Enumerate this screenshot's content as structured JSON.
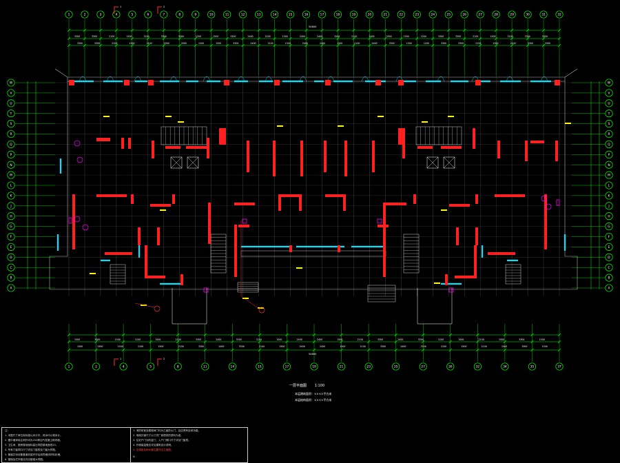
{
  "axes": {
    "top_labels": [
      "1",
      "2",
      "3",
      "4",
      "5",
      "6",
      "7",
      "8",
      "9",
      "10",
      "11",
      "12",
      "13",
      "14",
      "15",
      "16",
      "17",
      "18",
      "19",
      "20",
      "21",
      "22",
      "23",
      "24",
      "25",
      "26",
      "27",
      "28",
      "29",
      "30",
      "31",
      "32"
    ],
    "bottom_labels": [
      "1",
      "2",
      "4",
      "5",
      "8",
      "11",
      "14",
      "15",
      "17",
      "19",
      "21",
      "23",
      "25",
      "27",
      "30",
      "32",
      "34",
      "35",
      "37"
    ],
    "left_labels": [
      "W",
      "V",
      "U",
      "T",
      "S",
      "R",
      "Q",
      "P",
      "N",
      "M",
      "L",
      "K",
      "J",
      "H",
      "G",
      "F",
      "E",
      "D",
      "C",
      "B",
      "A"
    ],
    "right_labels": [
      "W",
      "V",
      "U",
      "T",
      "S",
      "R",
      "Q",
      "P",
      "N",
      "M",
      "L",
      "K",
      "J",
      "H",
      "G",
      "F",
      "E",
      "D",
      "C",
      "B",
      "A"
    ]
  },
  "dimensions": {
    "overall_top": "54600",
    "overall_bottom": "54600",
    "top_row": [
      "3300",
      "3300",
      "2100",
      "1500",
      "2100",
      "3300",
      "3300",
      "1200",
      "1500",
      "3300",
      "2400",
      "2100",
      "1500",
      "2400",
      "2400",
      "1500",
      "2100",
      "2400",
      "3300",
      "1500",
      "1200",
      "3300",
      "3300",
      "2100",
      "1500",
      "2100",
      "3300",
      "3300"
    ],
    "bottom_row": [
      "1500",
      "3300",
      "1500",
      "2100",
      "1500",
      "2100",
      "3300",
      "2400",
      "3300",
      "2100",
      "1500",
      "2400",
      "2400",
      "1500",
      "2100",
      "3300",
      "2400",
      "3300",
      "2100",
      "1500",
      "2100",
      "1500",
      "3300",
      "1500"
    ]
  },
  "section_marks": [
    "1",
    "2"
  ],
  "title": {
    "label": "一层平面图",
    "scale": "1:100"
  },
  "subtitle_lines": [
    "本层建筑面积：××××平方米",
    "本层结构面积：××××平方米"
  ],
  "notes": {
    "header": "注：",
    "left": [
      "1. 本图尺寸单位除标高以米计外，其余均以毫米计。",
      "2. 图中墙体除注明外均为200厚加气混凝土砌块墙。",
      "3. 卫生间、厨房楼地面标高比同层楼地面低20。",
      "4. 所有门窗洞口尺寸详见门窗表及门窗大样图。",
      "5. 管道井待设备管道安装完毕后用同墙体材料封堵。",
      "6. 楼梯及栏杆做法详见楼梯大样图。"
    ],
    "right": [
      "1. 消防前室及楼梯间门均为乙级防火门，且应具有自闭功能。",
      "2. 电梯井道尺寸以订货厂家提供的资料为准。",
      "3. 住宅户门为防盗门，入户门洞口尺寸详见门窗表。",
      "4. 外墙保温做法详见建筑设计说明。",
      "5. 空调板及雨水管位置详见立面图。"
    ],
    "north": "N"
  },
  "colors": {
    "axis": "#00ff00",
    "wall": "#ff2020",
    "window": "#00e5ff",
    "grid_line": "#ffffff",
    "stair": "#ffffff",
    "accent": "#ff00ff",
    "text": "#ffff00",
    "callout": "#ff3030"
  }
}
